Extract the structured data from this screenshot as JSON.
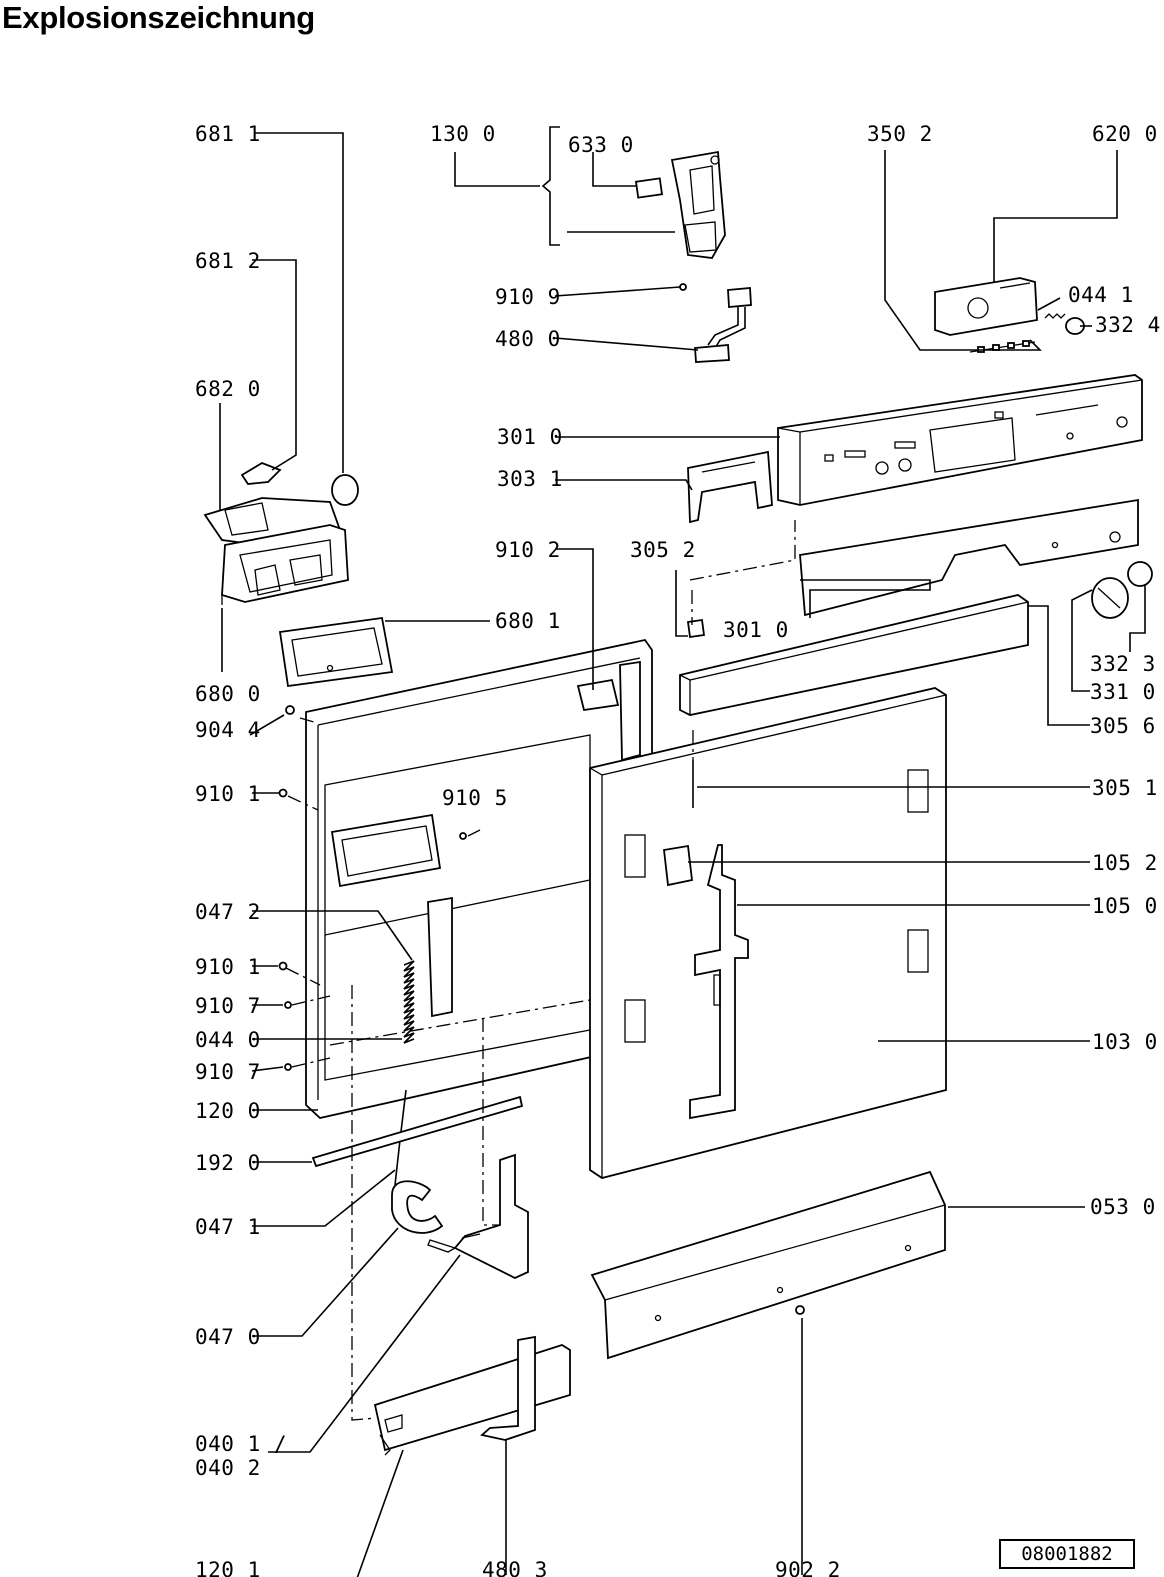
{
  "title": "Explosionszeichnung",
  "reference_number": "08001882",
  "labels": {
    "l6811": "681 1",
    "l1300": "130 0",
    "l6330": "633 0",
    "l3502": "350 2",
    "l6200": "620 0",
    "l6812": "681 2",
    "l9109": "910 9",
    "l4800": "480 0",
    "l0441": "044 1",
    "l3324": "332 4",
    "l6820": "682 0",
    "l3010a": "301 0",
    "l3031": "303 1",
    "l9102": "910 2",
    "l3052": "305 2",
    "l3010b": "301 0",
    "l6801": "680 1",
    "l3323": "332 3",
    "l6800": "680 0",
    "l3310": "331 0",
    "l9044": "904 4",
    "l3056": "305 6",
    "l9101a": "910 1",
    "l9105": "910 5",
    "l3051": "305 1",
    "l1052": "105 2",
    "l0472": "047 2",
    "l1050": "105 0",
    "l9101b": "910 1",
    "l9107a": "910 7",
    "l0440": "044 0",
    "l1030": "103 0",
    "l9107b": "910 7",
    "l1200": "120 0",
    "l1920": "192 0",
    "l0471": "047 1",
    "l0530": "053 0",
    "l0470": "047 0",
    "l0401": "040 1 /",
    "l0402": "040 2",
    "l1201": "120 1",
    "l4803": "480 3",
    "l9022": "902 2"
  }
}
